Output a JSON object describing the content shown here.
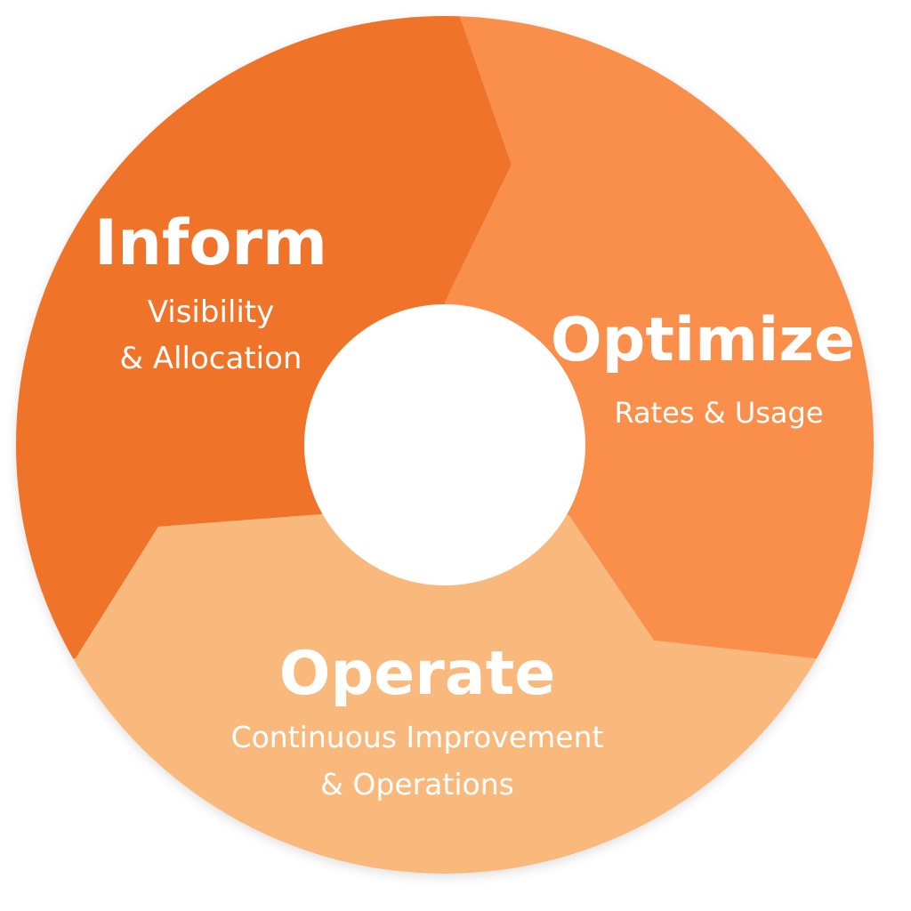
{
  "colors": {
    "inform": "#F07329",
    "optimize": "#F98F4B",
    "operate": "#F9B87B",
    "hole": "#ffffff",
    "text": "#ffffff"
  },
  "phases": {
    "inform": {
      "title": "Inform",
      "lines": [
        "Visibility",
        "& Allocation"
      ]
    },
    "optimize": {
      "title": "Optimize",
      "lines": [
        "Rates & Usage"
      ]
    },
    "operate": {
      "title": "Operate",
      "lines": [
        "Continuous Improvement",
        "& Operations"
      ]
    }
  }
}
